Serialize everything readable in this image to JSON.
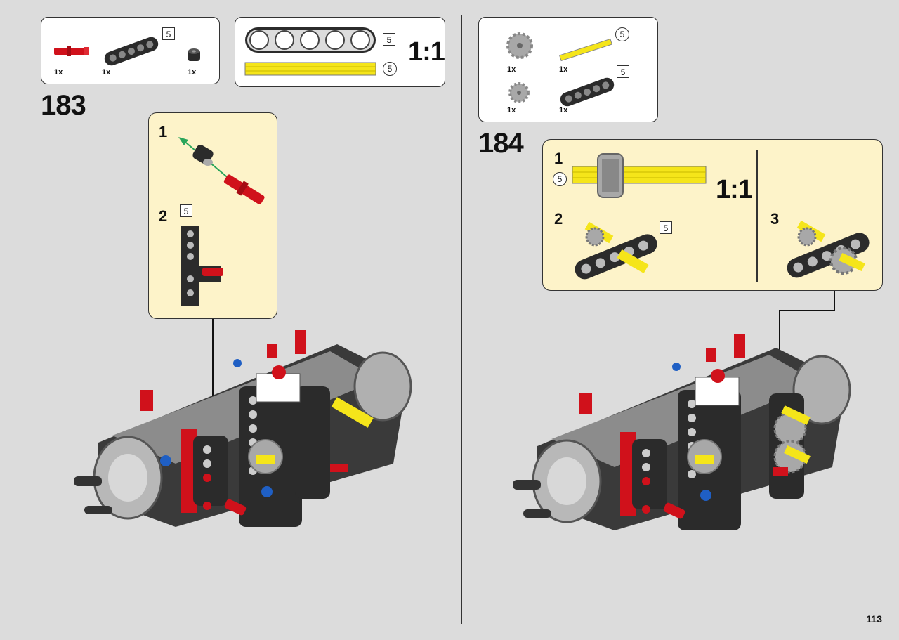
{
  "page": {
    "number": "113"
  },
  "step183": {
    "number": "183",
    "parts": [
      {
        "qty": "1x",
        "name": "red-pin"
      },
      {
        "qty": "1x",
        "name": "black-beam",
        "size": "5"
      },
      {
        "qty": "1x",
        "name": "black-bush"
      }
    ],
    "scale_parts": {
      "beam_size": "5",
      "axle_size": "5",
      "scale": "1:1"
    },
    "substeps": [
      {
        "number": "1"
      },
      {
        "number": "2",
        "beam_size": "5"
      }
    ]
  },
  "step184": {
    "number": "184",
    "parts": [
      {
        "qty": "1x",
        "name": "gear-large"
      },
      {
        "qty": "1x",
        "name": "yellow-axle",
        "size": "5"
      },
      {
        "qty": "1x",
        "name": "gear-small"
      },
      {
        "qty": "1x",
        "name": "black-beam",
        "size": "5"
      }
    ],
    "substeps": [
      {
        "number": "1",
        "axle_size": "5",
        "scale": "1:1"
      },
      {
        "number": "2",
        "beam_size": "5"
      },
      {
        "number": "3"
      }
    ]
  },
  "colors": {
    "background": "#dcdcdc",
    "callout": "#fdf3c9",
    "red": "#d0111b",
    "yellow": "#f5e51a",
    "black": "#2b2b2b",
    "grey": "#a8a8a8",
    "blue": "#1f5fc4",
    "arrow_green": "#2aa55a"
  }
}
